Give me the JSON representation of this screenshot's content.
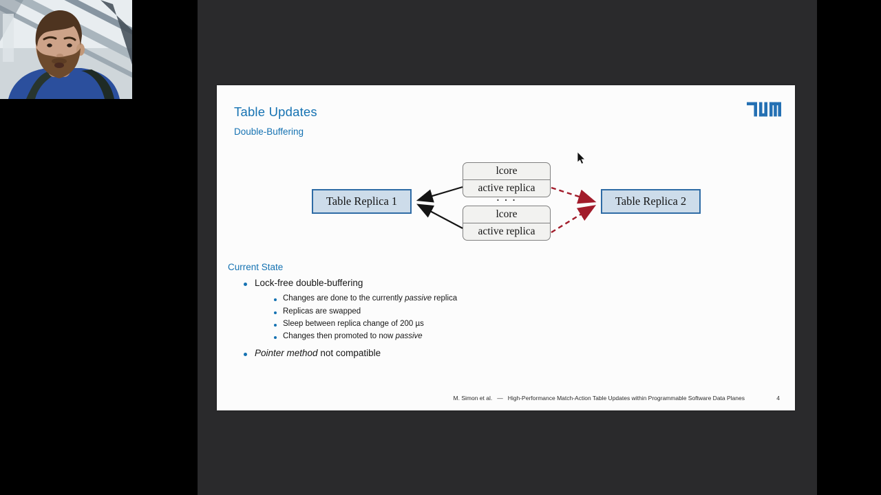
{
  "screen": {
    "side_band_color": "#000000",
    "stage_color": "#2a2a2c",
    "slide_background": "#fcfcfc"
  },
  "webcam": {
    "icon": "presenter-video-feed"
  },
  "slide": {
    "title": "Table Updates",
    "subtitle": "Double-Buffering",
    "accent_color": "#1572b2",
    "logo_text": "TUM",
    "logo_color": "#2470b3",
    "section_heading": "Current State",
    "diagram": {
      "replica_left": "Table Replica 1",
      "replica_right": "Table Replica 2",
      "cores": [
        {
          "top": "lcore",
          "bottom": "active replica"
        },
        {
          "top": "lcore",
          "bottom": "active replica"
        }
      ],
      "ellipsis": "· · ·",
      "replica_fill": "#cddcea",
      "replica_border": "#2e6ba5",
      "core_fill": "#f2f2f0",
      "core_border": "#7f7f7f",
      "solid_arrow_color": "#141414",
      "dashed_arrow_color": "#a21c2b"
    },
    "bullets": {
      "b1": {
        "pre": "Lock-free double-buffering",
        "it": "",
        "post": ""
      },
      "s1": {
        "pre": "Changes are done to the currently ",
        "it": "passive",
        "post": " replica"
      },
      "s2": {
        "pre": "Replicas are swapped",
        "it": "",
        "post": ""
      },
      "s3": {
        "pre": "Sleep between replica change of 200 µs",
        "it": "",
        "post": ""
      },
      "s4": {
        "pre": "Changes then promoted to now ",
        "it": "passive",
        "post": ""
      },
      "b2": {
        "pre": "",
        "it": "Pointer method",
        "post": " not compatible"
      }
    },
    "footer": {
      "authors": "M. Simon et al.",
      "separator": "—",
      "paper_title": "High-Performance Match-Action Table Updates within Programmable Software Data Planes",
      "page_number": "4"
    }
  }
}
